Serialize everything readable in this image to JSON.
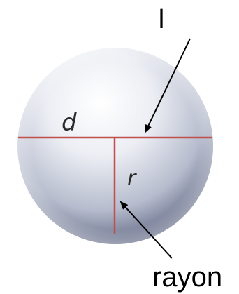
{
  "labels": {
    "top": "ا",
    "diameter": "d",
    "radius": "r",
    "bottom": "rayon"
  },
  "colors": {
    "measure_line": "#c0504d",
    "arrow": "#000000",
    "sphere_highlight": "#ffffff",
    "sphere_mid": "#d4d8e4",
    "sphere_shadow": "#4e5674"
  }
}
